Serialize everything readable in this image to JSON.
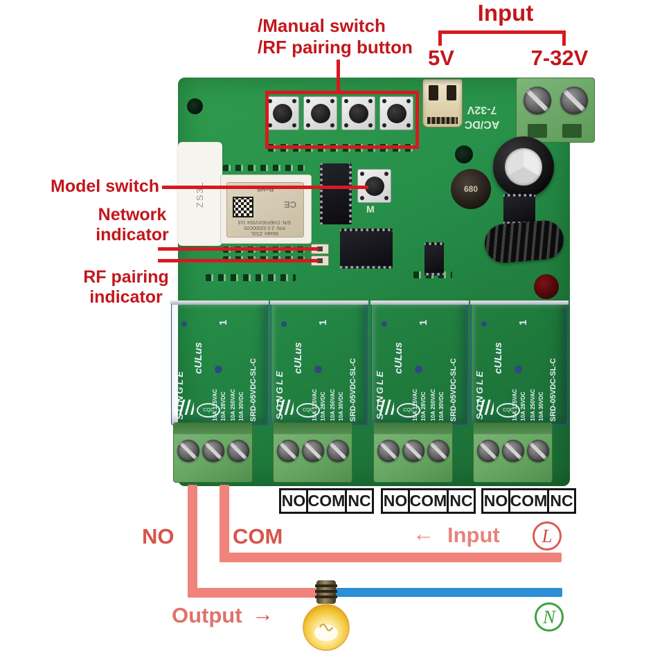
{
  "annotations": {
    "input_group": {
      "title": "Input",
      "left": "5V",
      "right": "7-32V"
    },
    "manual_switch": {
      "line1": "/Manual switch",
      "line2": "/RF pairing button"
    },
    "model_switch": "Model switch",
    "network_indicator": {
      "line1": "Network",
      "line2": "indicator"
    },
    "rf_pairing": {
      "line1": "RF pairing",
      "line2": "indicator"
    }
  },
  "pcb": {
    "power_silkscreen": {
      "line1": "AC/DC",
      "line2": "7-32V"
    },
    "inductor_label": "680",
    "m_button_label": "M",
    "antenna_sticker_label": "ZS3L",
    "wifi_module": {
      "rohs": "RoHS",
      "ce": "CE",
      "model": "Model: ZS3L",
      "pn": "P/N: 2.0 02000C05",
      "sn": "S/N: CHEF00XV004 116"
    },
    "relay": {
      "brand": "SONGLE",
      "num": "1",
      "ul": "cULus",
      "rating_a": "10A 125VAC",
      "rating_b": "10A 28VDC",
      "rating_c": "10A 250VAC",
      "rating_d": "10A 30VDC",
      "cqc": "CQC",
      "model": "SRD-05VDC-SL-C"
    }
  },
  "wiring": {
    "terminal_labels": [
      "NO",
      "COM",
      "NC"
    ],
    "no_label": "NO",
    "com_label": "COM",
    "input_arrow": "←",
    "input_label": "Input",
    "output_label": "Output",
    "output_arrow": "→",
    "live": "L",
    "neutral": "N"
  },
  "colors": {
    "annotation_red": "#c3161c",
    "wire_live": "#f0837b",
    "wire_neutral": "#2b8ed6",
    "pcb_green": "#27914a",
    "relay_blue": "#6488c6",
    "terminal_green": "#67a763",
    "neutral_green": "#3da43c"
  }
}
